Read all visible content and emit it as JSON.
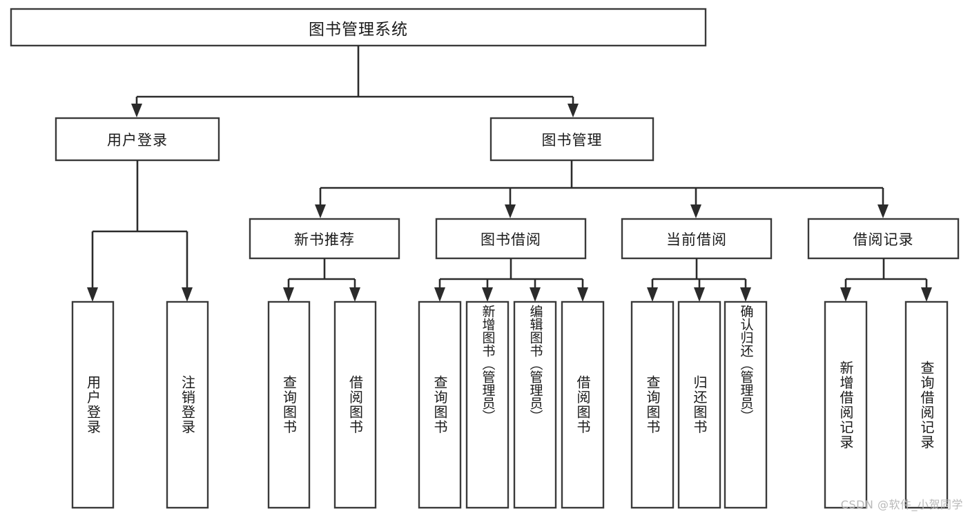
{
  "diagram": {
    "type": "tree-hierarchy",
    "title": "图书管理系统",
    "background_color": "#ffffff",
    "box_stroke_color": "#3a3a3a",
    "connector_color": "#2b2b2b",
    "text_color": "#1a1a1a",
    "levels": 4
  },
  "root": {
    "label": "图书管理系统"
  },
  "level2": [
    {
      "label": "用户登录"
    },
    {
      "label": "图书管理"
    }
  ],
  "level3": [
    {
      "label": "新书推荐"
    },
    {
      "label": "图书借阅"
    },
    {
      "label": "当前借阅"
    },
    {
      "label": "借阅记录"
    }
  ],
  "leaves": {
    "user_login": [
      {
        "label": "用户登录"
      },
      {
        "label": "注销登录"
      }
    ],
    "new_book_recommend": [
      {
        "label": "查询图书"
      },
      {
        "label": "借阅图书"
      }
    ],
    "book_borrow": [
      {
        "label": "查询图书"
      },
      {
        "label": "新增图书（管理员）"
      },
      {
        "label": "编辑图书（管理员）"
      },
      {
        "label": "借阅图书"
      }
    ],
    "current_borrow": [
      {
        "label": "查询图书"
      },
      {
        "label": "归还图书"
      },
      {
        "label": "确认归还（管理员）"
      }
    ],
    "borrow_record": [
      {
        "label": "新增借阅记录"
      },
      {
        "label": "查询借阅记录"
      }
    ]
  },
  "watermark": {
    "text": "CSDN @软件_小贺同学",
    "color": "#b9b9b9"
  }
}
